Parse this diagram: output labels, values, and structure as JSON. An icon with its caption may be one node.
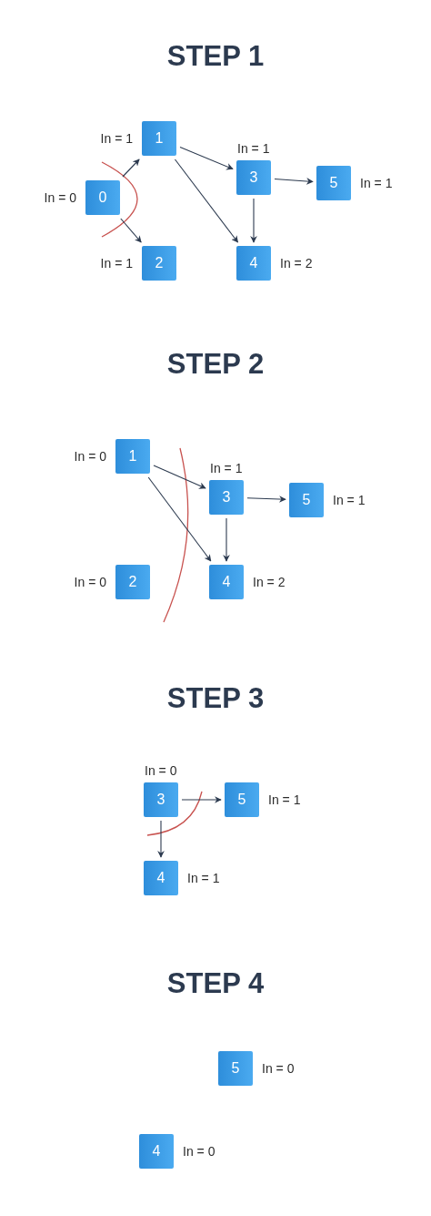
{
  "diagram": {
    "nodes": [
      {
        "text": [
          "1"
        ],
        "beside": [
          "In = 1"
        ]
      },
      {
        "text": [
          "3"
        ],
        "beside": [
          "In = 1"
        ]
      },
      {
        "text": [
          "5"
        ],
        "beside": [
          "In = 1"
        ]
      },
      {
        "text": [
          "0"
        ],
        "beside": [
          "In = 0"
        ]
      },
      {
        "text": [
          "2"
        ],
        "beside": [
          "In = 1"
        ]
      },
      {
        "text": [
          "4"
        ],
        "beside": [
          "In = 2"
        ]
      },
      {
        "text": [
          "1"
        ],
        "beside": [
          "In = 0"
        ]
      },
      {
        "text": [
          "3"
        ],
        "beside": [
          "In = 1"
        ]
      },
      {
        "text": [
          "5"
        ],
        "beside": [
          "In = 1"
        ]
      },
      {
        "text": [
          "2"
        ],
        "beside": [
          "In = 0"
        ]
      },
      {
        "text": [
          "4"
        ],
        "beside": [
          "In = 2"
        ]
      },
      {
        "text": [
          "3"
        ],
        "beside": [
          "In = 0"
        ]
      },
      {
        "text": [
          "5"
        ],
        "beside": [
          "In = 1"
        ]
      },
      {
        "text": [
          "4"
        ],
        "beside": [
          "In = 1"
        ]
      },
      {
        "text": [
          "5"
        ],
        "beside": [
          "In = 0"
        ]
      },
      {
        "text": [
          "4"
        ],
        "beside": [
          "In = 0"
        ]
      }
    ],
    "edges": [
      {
        "from": 3,
        "to": 0,
        "arrow": "to"
      },
      {
        "from": 3,
        "to": 4,
        "arrow": "to"
      },
      {
        "from": 0,
        "to": 1,
        "arrow": "to"
      },
      {
        "from": 0,
        "to": 5,
        "arrow": "to"
      },
      {
        "from": 1,
        "to": 2,
        "arrow": "to"
      },
      {
        "from": 1,
        "to": 5,
        "arrow": "to"
      },
      {
        "from": 6,
        "to": 7,
        "arrow": "to"
      },
      {
        "from": 6,
        "to": 10,
        "arrow": "to"
      },
      {
        "from": 7,
        "to": 8,
        "arrow": "to"
      },
      {
        "from": 7,
        "to": 10,
        "arrow": "to"
      },
      {
        "from": 11,
        "to": 12,
        "arrow": "to"
      },
      {
        "from": 11,
        "to": 13,
        "arrow": "to"
      }
    ],
    "labels": [
      "STEP 1",
      "STEP 2",
      "STEP 3",
      "STEP 4"
    ]
  }
}
